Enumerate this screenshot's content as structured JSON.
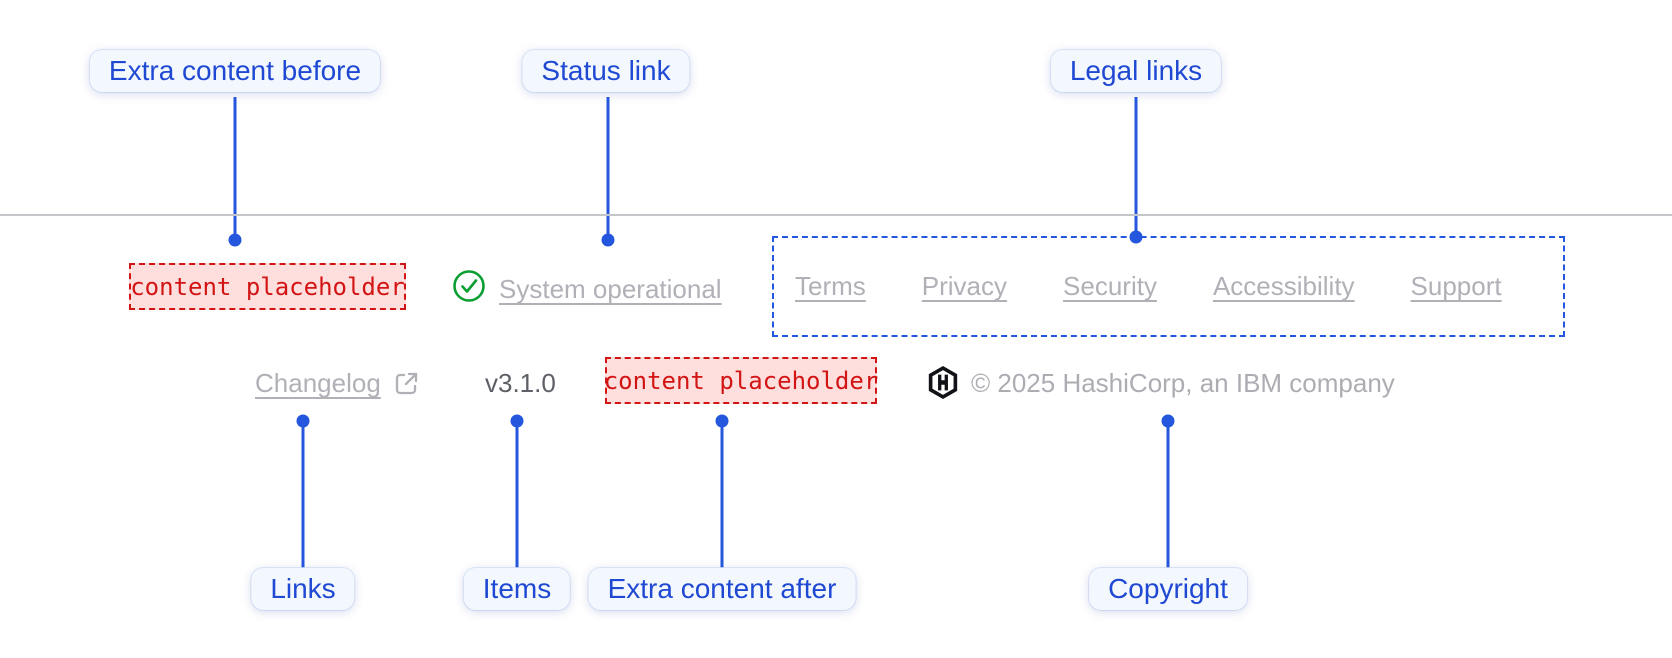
{
  "figure": {
    "description_background": "#ffffff"
  },
  "colors": {
    "annotation_blue": "#2457dd",
    "label_text_blue": "#1f49d3",
    "label_bg": "#f3f7fe",
    "placeholder_red": "#d21514",
    "placeholder_bg": "#ffdede",
    "status_green": "#0b9e31",
    "muted_link_gray": "#b2b0b7",
    "version_gray": "#5d6066",
    "copyright_gray": "#aeacb3",
    "divider_gray": "#c5c6c9",
    "logo_black": "#101217"
  },
  "annotations": {
    "top": [
      {
        "label": "Extra content before"
      },
      {
        "label": "Status link"
      },
      {
        "label": "Legal links"
      }
    ],
    "bottom": [
      {
        "label": "Links"
      },
      {
        "label": "Items"
      },
      {
        "label": "Extra content after"
      },
      {
        "label": "Copyright"
      }
    ]
  },
  "footer": {
    "extra_content_before": {
      "placeholder_text": "content placeholder"
    },
    "status_link": {
      "icon": "check-circle-icon",
      "label": "System operational"
    },
    "legal_links": [
      "Terms",
      "Privacy",
      "Security",
      "Accessibility",
      "Support"
    ],
    "links": [
      {
        "label": "Changelog",
        "icon": "external-link-icon"
      }
    ],
    "items": {
      "version": "v3.1.0"
    },
    "extra_content_after": {
      "placeholder_text": "content placeholder"
    },
    "copyright": {
      "icon": "hashicorp-logo-icon",
      "text": "© 2025 HashiCorp, an IBM company"
    }
  }
}
